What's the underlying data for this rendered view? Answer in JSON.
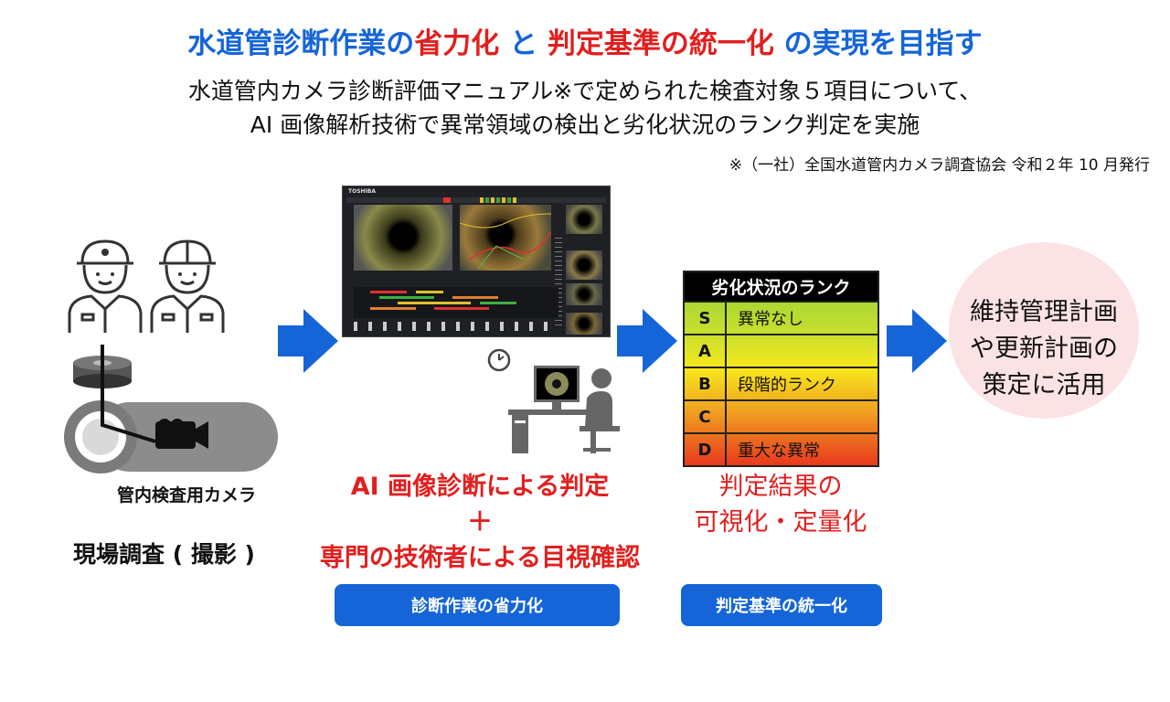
{
  "header": {
    "title_parts": [
      {
        "text": "水道管診断作業の",
        "color": "blue"
      },
      {
        "text": "省力化",
        "color": "red"
      },
      {
        "text": " と ",
        "color": "blue"
      },
      {
        "text": "判定基準の統一化",
        "color": "red"
      },
      {
        "text": " の実現を目指す",
        "color": "blue"
      }
    ],
    "subtitle_line1": "水道管内カメラ診断評価マニュアル※で定められた検査対象５項目について、",
    "subtitle_line2": "AI 画像解析技術で異常領域の検出と劣化状況のランク判定を実施",
    "footnote": "※（一社）全国水道管内カメラ調査協会  令和２年 10 月発行"
  },
  "left": {
    "camera_label": "管内検査用カメラ",
    "field_survey_label": "現場調査 ( 撮影 )"
  },
  "center": {
    "screen_brand": "TOSHIBA",
    "line1": "AI 画像診断による判定",
    "plus": "＋",
    "line2": "専門の技術者による目視確認",
    "button": "診断作業の省力化"
  },
  "rank": {
    "title": "劣化状況のランク",
    "rows": [
      {
        "letter": "S",
        "desc": "異常なし"
      },
      {
        "letter": "A",
        "desc": ""
      },
      {
        "letter": "B",
        "desc": "段階的ランク"
      },
      {
        "letter": "C",
        "desc": ""
      },
      {
        "letter": "D",
        "desc": "重大な異常"
      }
    ],
    "caption_line1": "判定結果の",
    "caption_line2": "可視化・定量化",
    "button": "判定基準の統一化"
  },
  "right": {
    "line1": "維持管理計画",
    "line2": "や更新計画の",
    "line3": "策定に活用"
  },
  "colors": {
    "blue": "#1565d8",
    "red": "#e0201f",
    "circle": "#fbe3e5",
    "rank_gradient_top": "#8fd13a",
    "rank_gradient_mid": "#f7e81c",
    "rank_gradient_bottom": "#e8391d"
  }
}
